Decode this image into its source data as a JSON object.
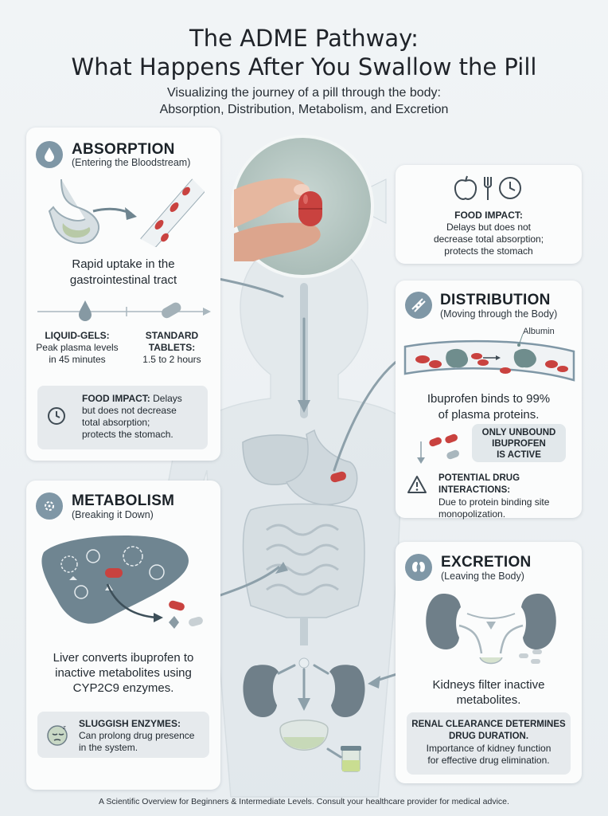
{
  "header": {
    "title_line1": "The ADME Pathway:",
    "title_line2": "What Happens After You Swallow the Pill",
    "subtitle_line1": "Visualizing the journey of a pill through the body:",
    "subtitle_line2": "Absorption, Distribution, Metabolism, and Excretion"
  },
  "absorption": {
    "heading": "ABSORPTION",
    "subhead": "(Entering the Bloodstream)",
    "desc_line1": "Rapid uptake in the",
    "desc_line2": "gastrointestinal tract",
    "liquid_title": "LIQUID-GELS:",
    "liquid_line1": "Peak plasma levels",
    "liquid_line2": "in 45 minutes",
    "tablet_title1": "STANDARD",
    "tablet_title2": "TABLETS:",
    "tablet_line1": "1.5 to 2 hours",
    "food_bold": "FOOD IMPACT:",
    "food_line1": " Delays",
    "food_line2": "but does not decrease",
    "food_line3": "total absorption;",
    "food_line4": "protects the stomach."
  },
  "food_card": {
    "title": "FOOD IMPACT:",
    "line1": "Delays but does not",
    "line2": "decrease total absorption;",
    "line3": "protects the stomach"
  },
  "distribution": {
    "heading": "DISTRIBUTION",
    "subhead": "(Moving through the Body)",
    "albumin_label": "Albumin",
    "desc_line1": "Ibuprofen binds to 99%",
    "desc_line2": "of plasma proteins.",
    "unbound_line1": "ONLY UNBOUND",
    "unbound_line2": "IBUPROFEN",
    "unbound_line3": "IS ACTIVE",
    "interact_title": "POTENTIAL DRUG INTERACTIONS:",
    "interact_line1": "Due to protein binding site",
    "interact_line2": "monopolization."
  },
  "metabolism": {
    "heading": "METABOLISM",
    "subhead": "(Breaking it Down)",
    "desc_line1": "Liver converts ibuprofen to",
    "desc_line2": "inactive metabolites using",
    "desc_line3": "CYP2C9 enzymes.",
    "sluggish_title": "SLUGGISH ENZYMES:",
    "sluggish_line1": "Can prolong drug presence",
    "sluggish_line2": "in the system."
  },
  "excretion": {
    "heading": "EXCRETION",
    "subhead": "(Leaving the Body)",
    "desc_line1": "Kidneys filter inactive",
    "desc_line2": "metabolites.",
    "renal_title1": "RENAL CLEARANCE DETERMINES",
    "renal_title2": "DRUG DURATION.",
    "renal_line1": "Importance of kidney function",
    "renal_line2": "for effective drug elimination."
  },
  "footer": {
    "text": "A Scientific Overview for Beginners & Intermediate Levels. Consult your healthcare provider for medical advice."
  },
  "colors": {
    "pill_red": "#c9423f",
    "organ_gray": "#6f7f89",
    "badge": "#7f97a6",
    "bg": "#eef2f4"
  }
}
